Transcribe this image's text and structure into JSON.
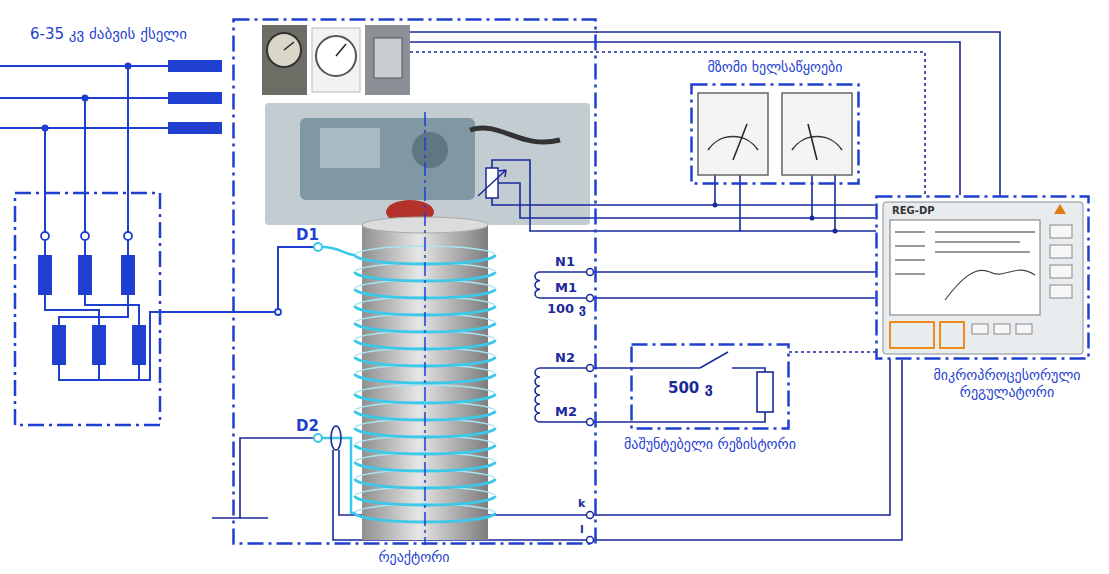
{
  "diagram": {
    "nodes": [
      {
        "text": [
          "რეაქტორი"
        ]
      },
      {
        "text": [
          "მზომი ხელსაწყოები"
        ]
      },
      {
        "text": [
          "მაშუნტებელი რეზისტორი"
        ]
      },
      {
        "text": [
          "მიკროპროცესორული რეგულატორი"
        ]
      }
    ],
    "edges": [
      {
        "from": 0,
        "to": 3,
        "arrow": "none"
      },
      {
        "from": 1,
        "to": 3,
        "arrow": "none"
      },
      {
        "from": 0,
        "to": 3,
        "arrow": "none"
      },
      {
        "from": 0,
        "to": 2,
        "arrow": "none"
      },
      {
        "from": 2,
        "to": 3,
        "arrow": "none"
      },
      {
        "from": 0,
        "to": 3,
        "arrow": "none"
      }
    ],
    "labels": [
      "6-35 კვ ძაბვის ქსელი",
      "D1",
      "D2",
      "N1",
      "M1",
      "100 ვ",
      "N2",
      "M2",
      "500 ვ",
      "k",
      "l",
      "REG-DP"
    ]
  }
}
